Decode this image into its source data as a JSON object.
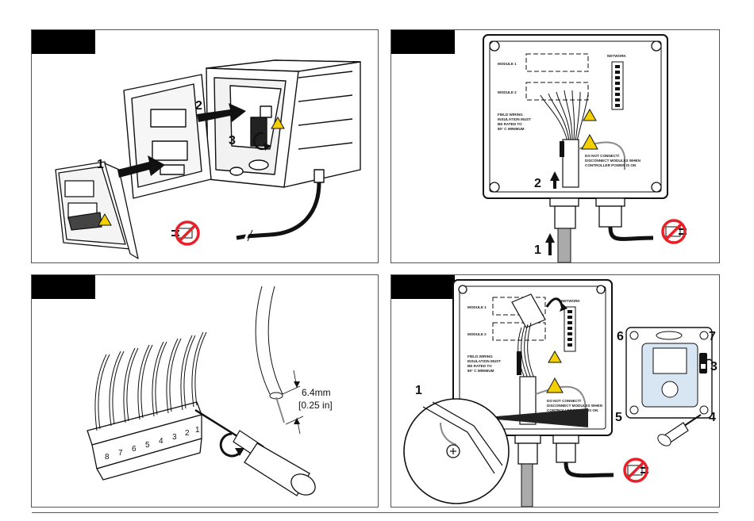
{
  "panels": {
    "p1": {
      "steps": [
        "1",
        "2",
        "3"
      ]
    },
    "p2": {
      "module1": "MODULE 1",
      "module2": "MODULE 2",
      "network": "NETWORK",
      "field_wiring": [
        "FIELD WIRING",
        "INSULATION MUST",
        "BE RATED TO",
        "80° C MINIMUM"
      ],
      "do_not_connect": [
        "DO NOT CONNECT/",
        "DISCONNECT MODULES WHEN",
        "CONTROLLER POWER IS ON"
      ],
      "steps": [
        "2",
        "1"
      ]
    },
    "p3": {
      "measure_mm": "6.4mm",
      "measure_in": "[0.25 in]",
      "pins": [
        "8",
        "7",
        "6",
        "5",
        "4",
        "3",
        "2",
        "1"
      ]
    },
    "p4": {
      "module1": "MODULE 1",
      "module2": "MODULE 2",
      "network": "NETWORK",
      "field_wiring": [
        "FIELD WIRING",
        "INSULATION MUST",
        "BE RATED TO",
        "80° C MINIMUM"
      ],
      "do_not_connect": [
        "DO NOT CONNECT/",
        "DISCONNECT MODULES WHEN",
        "CONTROLLER POWER IS ON"
      ],
      "steps": [
        "1",
        "6",
        "7",
        "3",
        "5",
        "4"
      ]
    }
  },
  "colors": {
    "no_power": "#e8202a",
    "warning": "#f5d000",
    "ink": "#111111"
  }
}
